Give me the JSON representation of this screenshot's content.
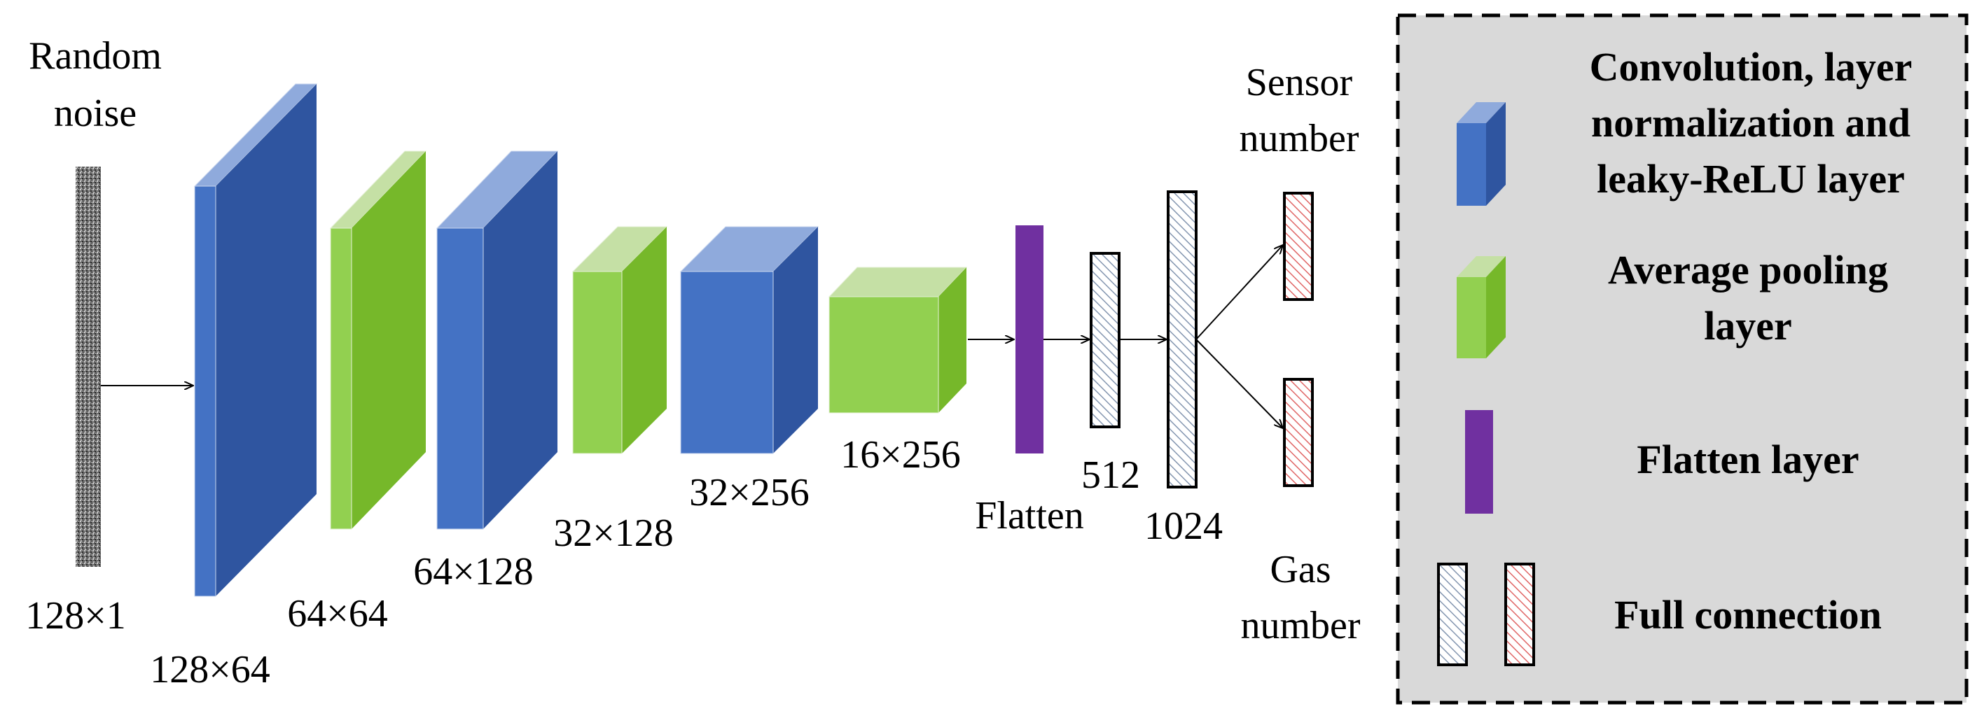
{
  "labels": {
    "random_noise_line1": "Random",
    "random_noise_line2": "noise",
    "dim_128x1": "128×1",
    "dim_128x64": "128×64",
    "dim_64x64": "64×64",
    "dim_64x128": "64×128",
    "dim_32x128": "32×128",
    "dim_32x256": "32×256",
    "dim_16x256": "16×256",
    "flatten": "Flatten",
    "fc_512": "512",
    "fc_1024": "1024",
    "sensor_line1": "Sensor",
    "sensor_line2": "number",
    "gas_line1": "Gas",
    "gas_line2": "number"
  },
  "legend": {
    "conv_line1": "Convolution, layer",
    "conv_line2": "normalization and",
    "conv_line3": "leaky-ReLU layer",
    "pool_line1": "Average pooling",
    "pool_line2": "layer",
    "flatten": "Flatten layer",
    "fc": "Full connection"
  },
  "colors": {
    "conv_front": "#4472c4",
    "conv_side": "#2f55a0",
    "conv_top": "#8faadc",
    "pool_front": "#92d050",
    "pool_side": "#76b82a",
    "pool_top": "#c5e0a5",
    "flatten": "#7030a0",
    "fc_blue_hatch": "#8496b0",
    "fc_red_hatch": "#e06666",
    "legend_bg": "#d9d9d9"
  }
}
